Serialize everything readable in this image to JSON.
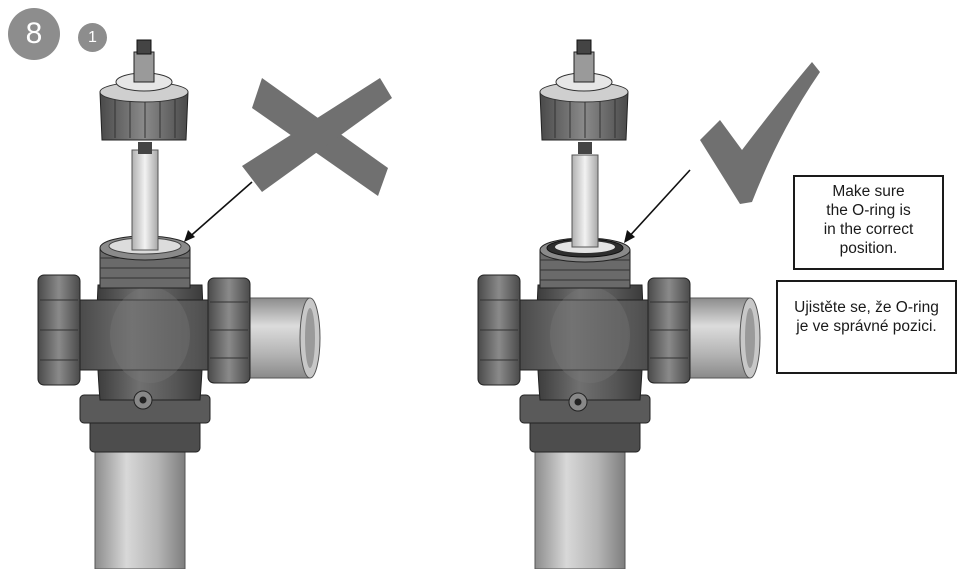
{
  "step": {
    "number": "8",
    "sub_number": "1"
  },
  "notes": {
    "english_lines": [
      "Make sure",
      "the O-ring is",
      "in the correct",
      "position."
    ],
    "czech_lines": [
      "Ujistěte se, že O-ring",
      "je ve správné pozici."
    ]
  },
  "panels": [
    {
      "id": "incorrect",
      "marker_icon": "x-cross-icon"
    },
    {
      "id": "correct",
      "marker_icon": "checkmark-icon"
    }
  ],
  "colors": {
    "badge": "#8d8d8d",
    "valve_body": "#555555",
    "union_nut": "#6b6b6b",
    "marker": "#707070",
    "pipe": "#b8b8b8"
  }
}
